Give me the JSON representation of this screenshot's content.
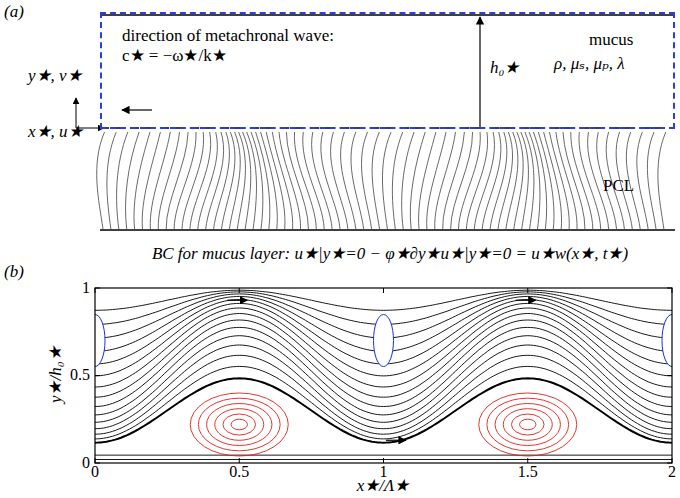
{
  "diagram": {
    "nodes": [
      {
        "text": [
          "direction of metachronal wave: c★ = −ω★/k★",
          "mucus",
          "ρ, μₛ, μₚ, λ",
          "h₀★"
        ]
      }
    ],
    "labels": [
      "(a)",
      "y★, v★",
      "x★, u★",
      "PCL",
      "BC for mucus layer: u★|y★=0 − φ★∂y★u★|y★=0 = u★w(x★, t★)",
      "(b)",
      "y★/h₀★",
      "x★/Λ★",
      "0",
      "0.5",
      "1",
      "1.5",
      "2",
      "0",
      "0.5",
      "1"
    ]
  }
}
